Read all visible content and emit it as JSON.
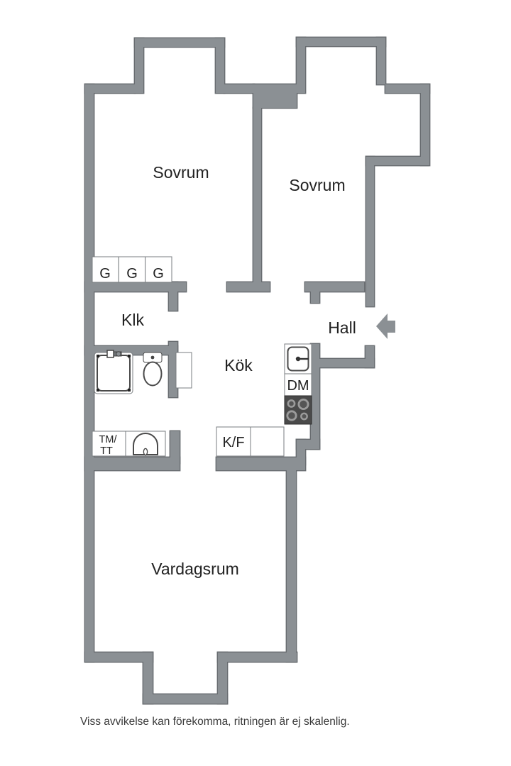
{
  "plan": {
    "rooms": [
      {
        "id": "sovrum-1",
        "label": "Sovrum"
      },
      {
        "id": "sovrum-2",
        "label": "Sovrum"
      },
      {
        "id": "klk",
        "label": "Klk"
      },
      {
        "id": "hall",
        "label": "Hall"
      },
      {
        "id": "kok",
        "label": "Kök"
      },
      {
        "id": "vardagsrum",
        "label": "Vardagsrum"
      }
    ],
    "fixtures": {
      "wardrobe_label": "G",
      "dishwasher_label": "DM",
      "fridge_freezer_label": "K/F",
      "washer_line1": "TM/",
      "washer_line2": "TT",
      "entrance_icon": "left-arrow"
    },
    "disclaimer": "Viss avvikelse kan förekomma, ritningen är ej skalenlig.",
    "colors": {
      "wall_fill": "#8b9094",
      "wall_outline": "#686c70",
      "stove_fill": "#4a4a4a",
      "burner_ring": "#9b9b9b",
      "text": "#222222"
    }
  }
}
